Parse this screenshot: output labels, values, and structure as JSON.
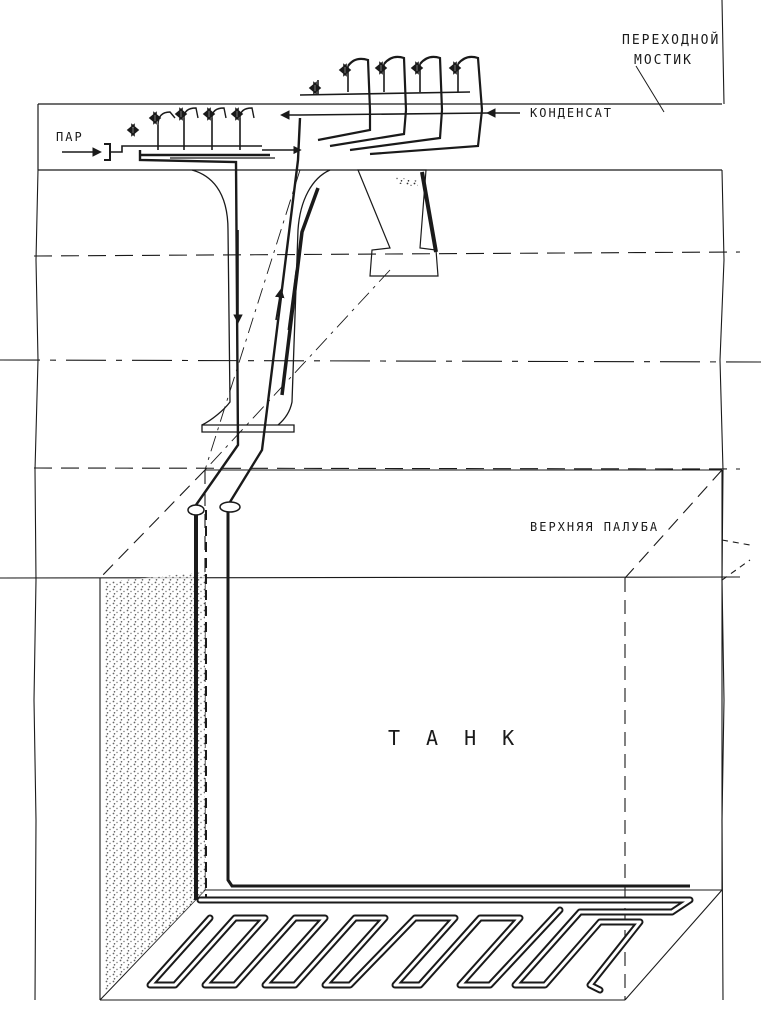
{
  "labels": {
    "bridge_line1": "ПЕРЕХОДНОЙ",
    "bridge_line2": "МОСТИК",
    "steam": "ПАР",
    "condensate": "КОНДЕНСАТ",
    "upper_deck": "ВЕРХНЯЯ ПАЛУБА",
    "tank": "ТАНК"
  },
  "colors": {
    "ink": "#1a1a1a",
    "shade": "#555555"
  }
}
